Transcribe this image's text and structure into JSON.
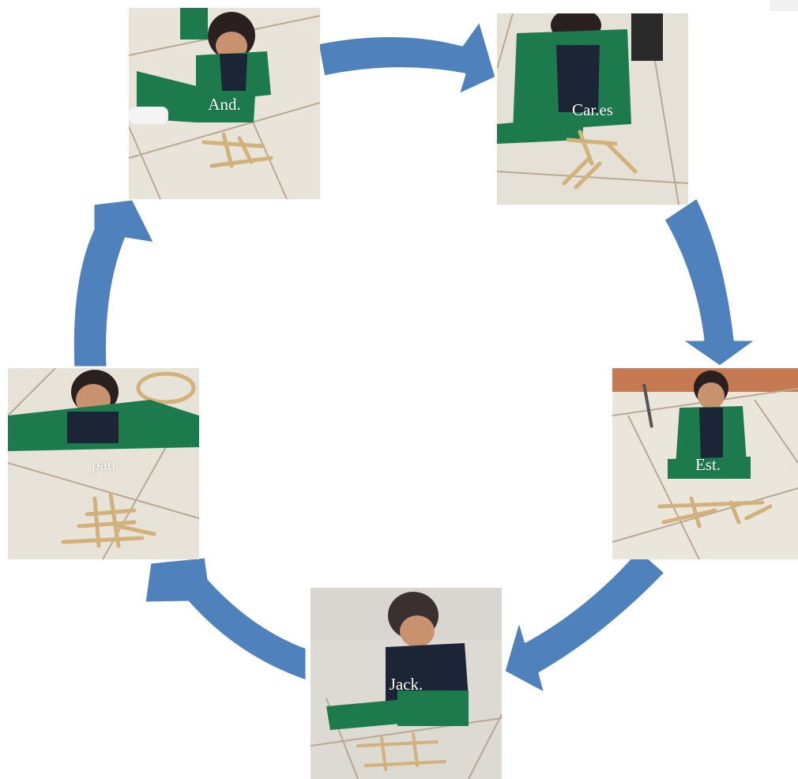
{
  "nodes": [
    {
      "id": "and",
      "label": "And."
    },
    {
      "id": "car",
      "label": "Car.es"
    },
    {
      "id": "est",
      "label": "Est."
    },
    {
      "id": "jack",
      "label": "Jack."
    },
    {
      "id": "pau",
      "label": "pau"
    }
  ],
  "colors": {
    "arrow": "#4f81bd",
    "uniform_green": "#1d7a4d",
    "uniform_navy": "#1b2535",
    "floor_tile": "#e9e4da",
    "grout": "#b9a893",
    "craft_sticks": "#d3b17a"
  }
}
